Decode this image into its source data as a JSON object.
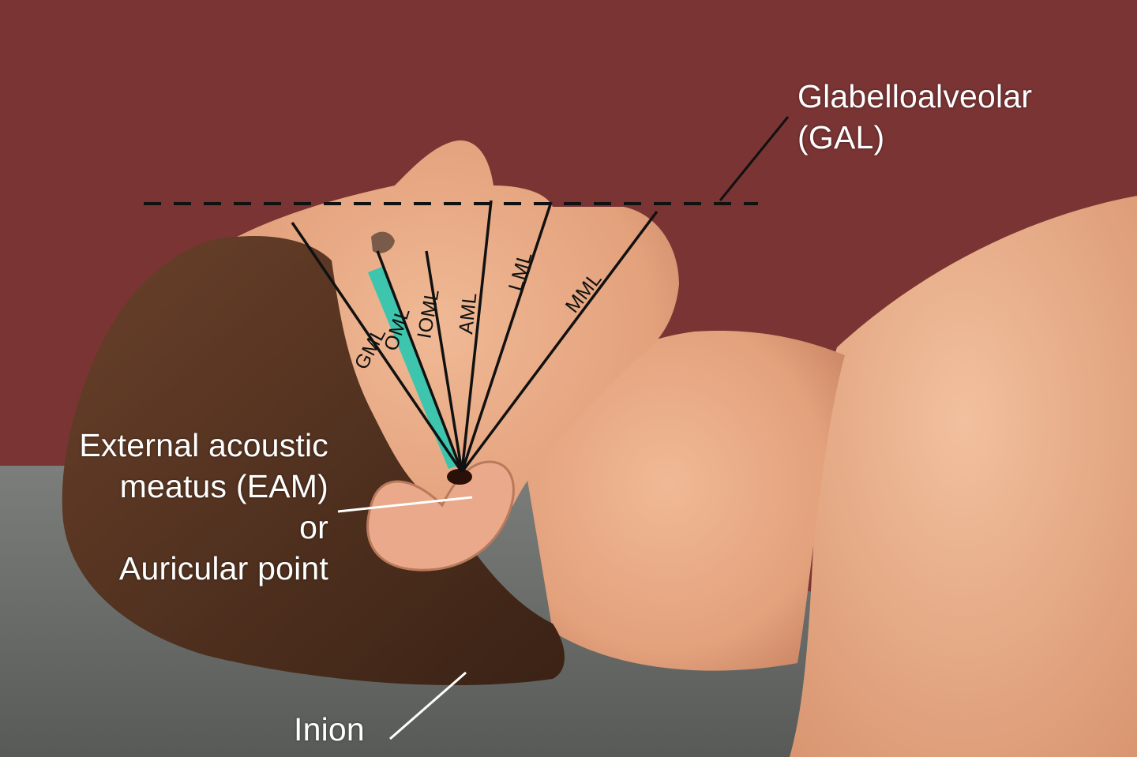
{
  "labels": {
    "gal_line1": "Glabelloalveolar",
    "gal_line2": "(GAL)",
    "eam_line1": "External acoustic",
    "eam_line2": "meatus (EAM)",
    "eam_line3": "or",
    "eam_line4": "Auricular point",
    "inion": "Inion"
  },
  "baselines": [
    {
      "abbr": "GML"
    },
    {
      "abbr": "OML"
    },
    {
      "abbr": "IOML"
    },
    {
      "abbr": "AML"
    },
    {
      "abbr": "LML"
    },
    {
      "abbr": "MML"
    }
  ],
  "colors": {
    "background": "#7a3434",
    "skin": "#e7ab86",
    "hair": "#4a2c1c",
    "table": "#6b6d6b",
    "highlight": "#2fc7b0",
    "lines": "#111111",
    "text": "#ffffff"
  }
}
